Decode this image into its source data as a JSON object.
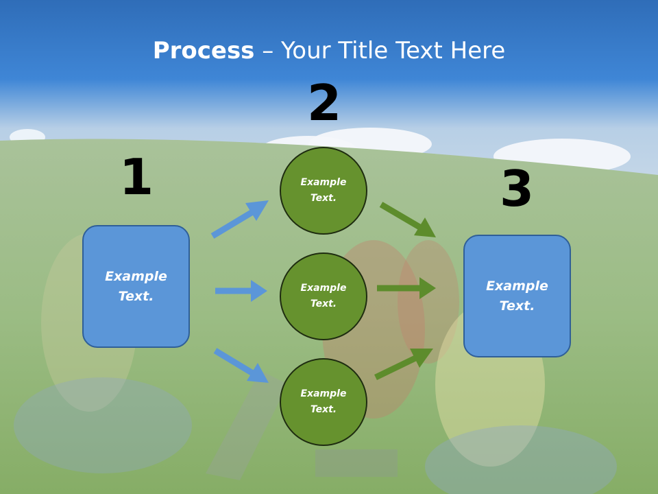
{
  "slide": {
    "title_bold": "Process",
    "title_rest": " – Your Title Text Here",
    "step_numbers": [
      "1",
      "2",
      "3"
    ],
    "left_box": {
      "text_line1": "Example",
      "text_line2": "Text."
    },
    "right_box": {
      "text_line1": "Example",
      "text_line2": "Text."
    },
    "circles": [
      {
        "text_line1": "Example",
        "text_line2": "Text."
      },
      {
        "text_line1": "Example",
        "text_line2": "Text."
      },
      {
        "text_line1": "Example",
        "text_line2": "Text."
      }
    ]
  },
  "colors": {
    "sky": "#3d7ccc",
    "grass": "#8fb26a",
    "box_fill": "#5b96d8",
    "circle_fill": "#66922e",
    "blue_arrow": "#5b96d8",
    "green_arrow": "#5d8c2c"
  }
}
